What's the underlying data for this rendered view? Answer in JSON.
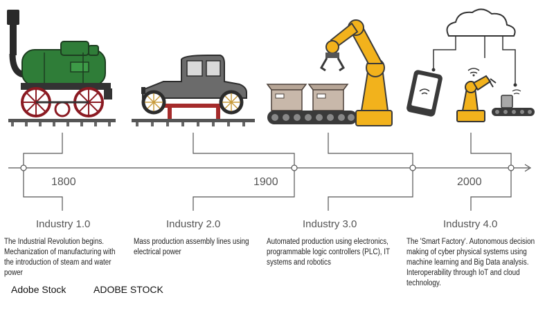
{
  "timeline": {
    "years": [
      "1800",
      "1900",
      "2000"
    ]
  },
  "stages": [
    {
      "title": "Industry 1.0",
      "illustration": "steam-locomotive",
      "lines": [
        "The Industrial Revolution begins.",
        "Mechanization of manufacturing with",
        "the introduction of steam and water",
        "power"
      ]
    },
    {
      "title": "Industry 2.0",
      "illustration": "ford-model-t-car",
      "lines": [
        "Mass production assembly lines using",
        "electrical power"
      ]
    },
    {
      "title": "Industry 3.0",
      "illustration": "robotic-arm-conveyor",
      "lines": [
        "Automated production using electronics,",
        "programmable logic controllers (PLC), IT",
        "systems and robotics"
      ]
    },
    {
      "title": "Industry 4.0",
      "illustration": "smart-factory-cloud",
      "lines": [
        "The 'Smart Factory'. Autonomous decision",
        "making of cyber physical systems using",
        "machine learning and Big Data analysis.",
        "Interoperability through IoT and cloud",
        "technology."
      ]
    }
  ],
  "watermarks": [
    "Adobe Stock",
    "ADOBE STOCK"
  ],
  "colors": {
    "locomotive": "#2f7d38",
    "wheel": "#8b1a22",
    "car": "#6b6b6b",
    "chassis": "#a52b2b",
    "robot": "#f2b21c",
    "box": "#c8b8aa",
    "line": "#555555"
  }
}
